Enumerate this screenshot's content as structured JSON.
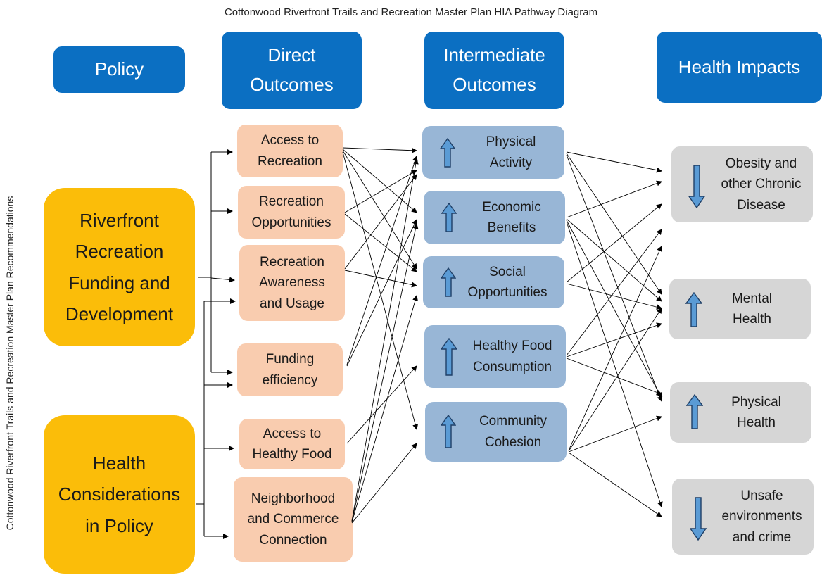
{
  "title": "Cottonwood Riverfront Trails and Recreation Master Plan HIA Pathway Diagram",
  "side_label": "Cottonwood Riverfront Trails and Recreation Master Plan Recommendations",
  "headers": {
    "policy": "Policy",
    "direct": "Direct\nOutcomes",
    "intermediate": "Intermediate\nOutcomes",
    "health": "Health Impacts"
  },
  "policies": [
    "Riverfront\nRecreation\nFunding and\nDevelopment",
    "Health\nConsiderations\nin Policy"
  ],
  "direct_outcomes": [
    "Access to\nRecreation",
    "Recreation\nOpportunities",
    "Recreation\nAwareness\nand Usage",
    "Funding\nefficiency",
    "Access to\nHealthy Food",
    "Neighborhood\nand Commerce\nConnection"
  ],
  "intermediate_outcomes": [
    {
      "label": "Physical\nActivity",
      "direction": "up"
    },
    {
      "label": "Economic\nBenefits",
      "direction": "up"
    },
    {
      "label": "Social\nOpportunities",
      "direction": "up"
    },
    {
      "label": "Healthy Food\nConsumption",
      "direction": "up"
    },
    {
      "label": "Community\nCohesion",
      "direction": "up"
    }
  ],
  "health_impacts": [
    {
      "label": "Obesity and\nother Chronic\nDisease",
      "direction": "down"
    },
    {
      "label": "Mental\nHealth",
      "direction": "up"
    },
    {
      "label": "Physical\nHealth",
      "direction": "up"
    },
    {
      "label": "Unsafe\nenvironments\nand crime",
      "direction": "down"
    }
  ],
  "colors": {
    "header": "#0b6fc2",
    "policy": "#fbbd09",
    "direct": "#f9ccaf",
    "intermediate": "#98b6d6",
    "health": "#d6d6d6",
    "arrow_fill": "#5a9bd5"
  }
}
